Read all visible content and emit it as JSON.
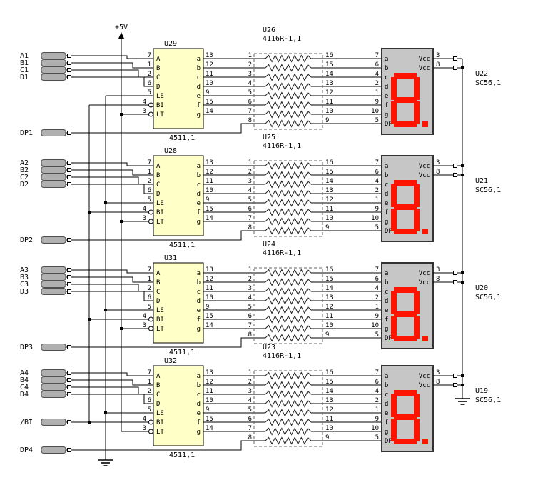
{
  "schematic": {
    "power_label": "+5V",
    "bi_input_label": "/BI",
    "digit": "8."
  },
  "colors": {
    "background": "#ffffff",
    "wire": "#000000",
    "ic_fill": "#ffffc8",
    "display_fill": "#c6c6c6",
    "display_border": "#333333",
    "segment_red": "#ff1400",
    "pad_fill": "#b0b0b0",
    "pad_border": "#505050",
    "resnet_dash": "#666666"
  },
  "decoder": {
    "value": "4511,1",
    "left_pins": [
      {
        "name": "A",
        "num": "7",
        "bubble": false
      },
      {
        "name": "B",
        "num": "1",
        "bubble": false
      },
      {
        "name": "C",
        "num": "2",
        "bubble": false
      },
      {
        "name": "D",
        "num": "6",
        "bubble": false
      },
      {
        "name": "LE",
        "num": "5",
        "bubble": false
      },
      {
        "name": "BI",
        "num": "4",
        "bubble": true
      },
      {
        "name": "LT",
        "num": "3",
        "bubble": true
      }
    ],
    "right_pins": [
      {
        "name": "a",
        "num": "13"
      },
      {
        "name": "b",
        "num": "12"
      },
      {
        "name": "c",
        "num": "11"
      },
      {
        "name": "d",
        "num": "10"
      },
      {
        "name": "e",
        "num": "9"
      },
      {
        "name": "f",
        "num": "15"
      },
      {
        "name": "g",
        "num": "14"
      }
    ]
  },
  "resnet": {
    "value": "4116R-1,1",
    "left_pin_numbers": [
      "1",
      "2",
      "3",
      "4",
      "5",
      "6",
      "7",
      "8"
    ],
    "right_pin_numbers": [
      "16",
      "15",
      "14",
      "13",
      "12",
      "11",
      "10",
      "9"
    ]
  },
  "display": {
    "value": "SC56,1",
    "left_pins": [
      {
        "name": "a",
        "num": "7"
      },
      {
        "name": "b",
        "num": "6"
      },
      {
        "name": "c",
        "num": "4"
      },
      {
        "name": "d",
        "num": "2"
      },
      {
        "name": "e",
        "num": "1"
      },
      {
        "name": "f",
        "num": "9"
      },
      {
        "name": "g",
        "num": "10"
      },
      {
        "name": "DP",
        "num": "5"
      }
    ],
    "vcc_pins": [
      {
        "label": "Vcc",
        "num": "3"
      },
      {
        "label": "Vcc",
        "num": "8"
      }
    ]
  },
  "channels": [
    {
      "inputs": [
        "A1",
        "B1",
        "C1",
        "D1"
      ],
      "dp_label": "DP1",
      "decoder_ref": "U29",
      "resnet_ref": "U26",
      "display_ref": "U22"
    },
    {
      "inputs": [
        "A2",
        "B2",
        "C2",
        "D2"
      ],
      "dp_label": "DP2",
      "decoder_ref": "U28",
      "resnet_ref": "U25",
      "display_ref": "U21"
    },
    {
      "inputs": [
        "A3",
        "B3",
        "C3",
        "D3"
      ],
      "dp_label": "DP3",
      "decoder_ref": "U31",
      "resnet_ref": "U24",
      "display_ref": "U20"
    },
    {
      "inputs": [
        "A4",
        "B4",
        "C4",
        "D4"
      ],
      "dp_label": "DP4",
      "decoder_ref": "U32",
      "resnet_ref": "U23",
      "display_ref": "U19"
    }
  ]
}
